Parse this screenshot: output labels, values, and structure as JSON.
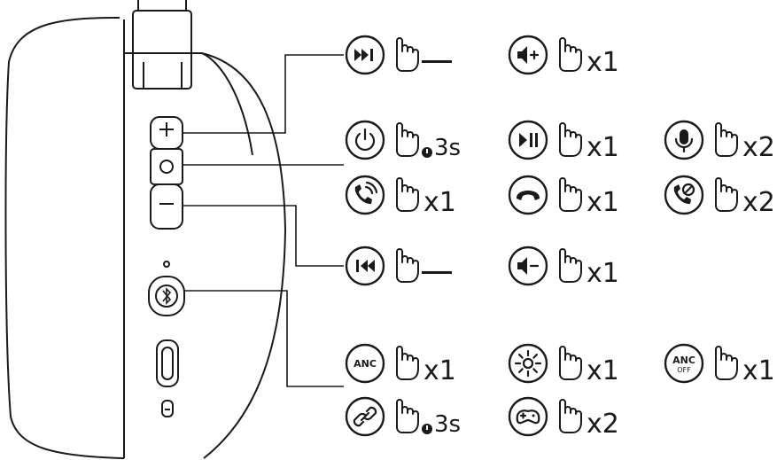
{
  "diagram": {
    "rows": [
      {
        "id": "row1",
        "items": [
          {
            "icon": "next-track-icon",
            "gesture": "long-press",
            "label": ""
          },
          {
            "icon": "volume-up-icon",
            "gesture": "press",
            "label": "x1"
          }
        ]
      },
      {
        "id": "row2",
        "items": [
          {
            "icon": "power-icon",
            "gesture": "hold",
            "label": "3s"
          },
          {
            "icon": "play-pause-icon",
            "gesture": "press",
            "label": "x1"
          },
          {
            "icon": "microphone-icon",
            "gesture": "press",
            "label": "x2"
          }
        ]
      },
      {
        "id": "row3",
        "items": [
          {
            "icon": "answer-call-icon",
            "gesture": "press",
            "label": "x1"
          },
          {
            "icon": "hang-up-icon",
            "gesture": "press",
            "label": "x1"
          },
          {
            "icon": "reject-call-icon",
            "gesture": "press",
            "label": "x2"
          }
        ]
      },
      {
        "id": "row4",
        "items": [
          {
            "icon": "previous-track-icon",
            "gesture": "long-press",
            "label": ""
          },
          {
            "icon": "volume-down-icon",
            "gesture": "press",
            "label": "x1"
          }
        ]
      },
      {
        "id": "row5",
        "items": [
          {
            "icon": "anc-icon",
            "gesture": "press",
            "label": "x1",
            "icon_text": "ANC"
          },
          {
            "icon": "ambient-mode-icon",
            "gesture": "press",
            "label": "x1"
          },
          {
            "icon": "anc-off-icon",
            "gesture": "press",
            "label": "x1",
            "icon_text": "ANC",
            "icon_subtext": "OFF"
          }
        ]
      },
      {
        "id": "row6",
        "items": [
          {
            "icon": "pairing-link-icon",
            "gesture": "hold",
            "label": "3s"
          },
          {
            "icon": "game-mode-icon",
            "gesture": "press",
            "label": "x2"
          }
        ]
      }
    ],
    "headphone_buttons": [
      "volume-up-button",
      "multifunction-button",
      "volume-down-button",
      "bluetooth-button",
      "mode-switch",
      "usb-port"
    ],
    "colors": {
      "ink": "#1a1a1a",
      "background": "#ffffff"
    }
  }
}
